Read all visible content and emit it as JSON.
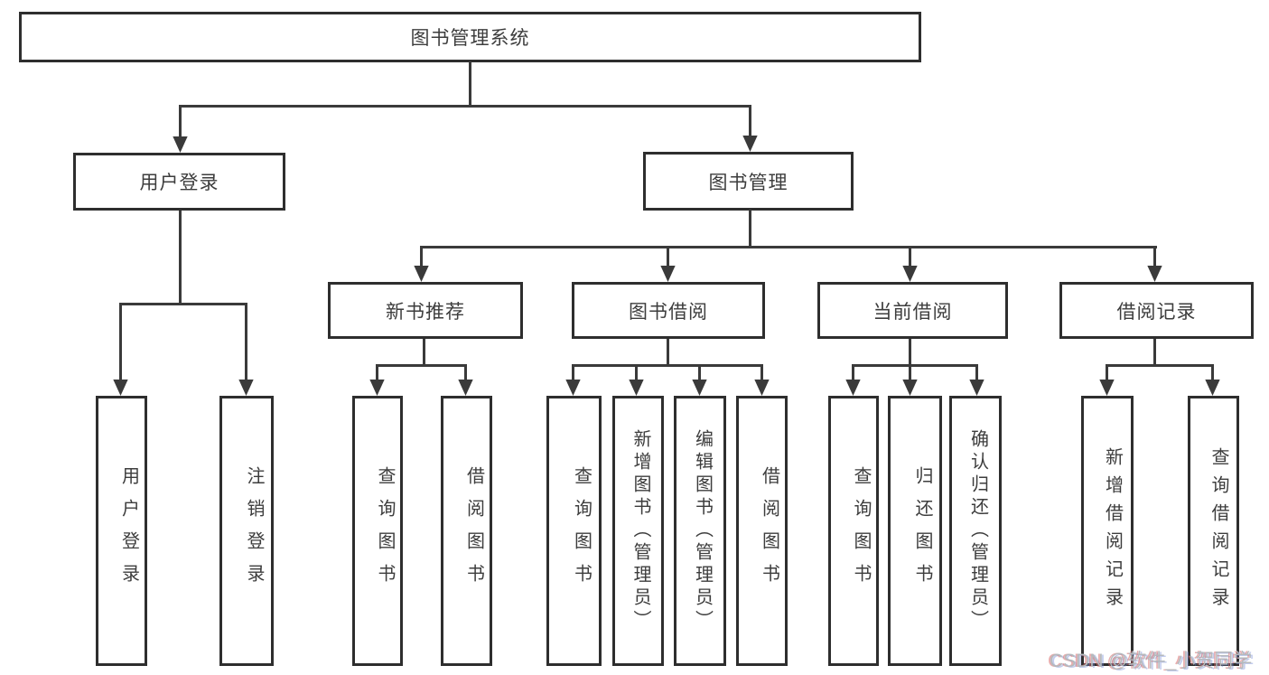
{
  "title": "图书管理系统",
  "watermark": "CSDN @软件_小贺同学",
  "colors": {
    "background": "#ffffff",
    "box_border": "#2e2e2e",
    "connector_line": "#3a3a3a",
    "text": "#3d3d3d",
    "watermark_text": "#b4b9bd"
  },
  "tree": {
    "root": {
      "label": "图书管理系统"
    },
    "branches": [
      {
        "label": "用户登录",
        "children": [
          {
            "label": "用户登录"
          },
          {
            "label": "注销登录"
          }
        ]
      },
      {
        "label": "图书管理",
        "sections": [
          {
            "label": "新书推荐",
            "children": [
              {
                "label": "查询图书"
              },
              {
                "label": "借阅图书"
              }
            ]
          },
          {
            "label": "图书借阅",
            "children": [
              {
                "label": "查询图书"
              },
              {
                "label": "新增图书（管理员）"
              },
              {
                "label": "编辑图书（管理员）"
              },
              {
                "label": "借阅图书"
              }
            ]
          },
          {
            "label": "当前借阅",
            "children": [
              {
                "label": "查询图书"
              },
              {
                "label": "归还图书"
              },
              {
                "label": "确认归还（管理员）"
              }
            ]
          },
          {
            "label": "借阅记录",
            "children": [
              {
                "label": "新增借阅记录"
              },
              {
                "label": "查询借阅记录"
              }
            ]
          }
        ]
      }
    ]
  }
}
